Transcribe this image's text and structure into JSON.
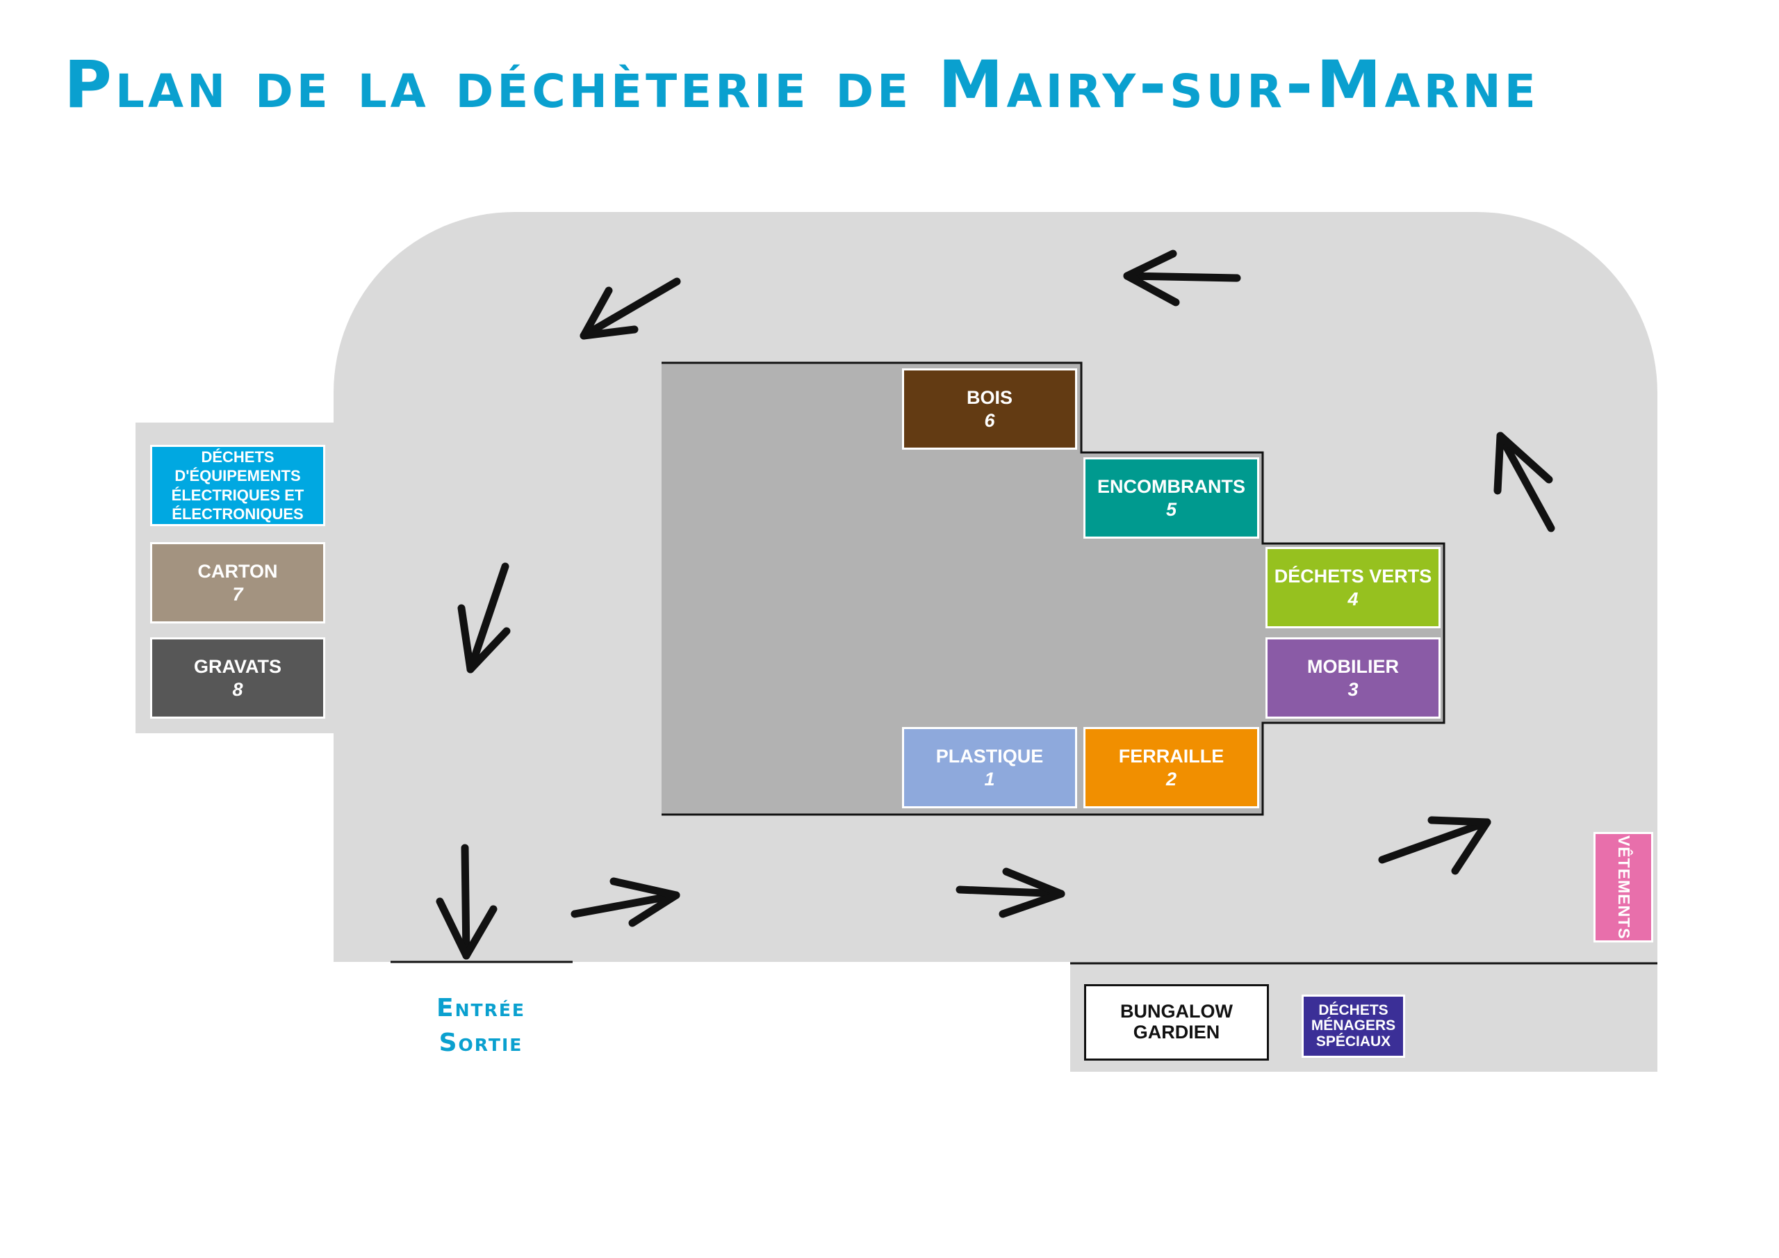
{
  "title": "Plan de la déchèterie de Mairy-sur-Marne",
  "colors": {
    "title": "#0aa0cf",
    "ground": "#dadada",
    "core": "#b2b2b2",
    "arrows": "#111111"
  },
  "stations": {
    "bois": {
      "name": "BOIS",
      "number": "6",
      "color": "#633b13"
    },
    "encombrants": {
      "name": "ENCOMBRANTS",
      "number": "5",
      "color": "#009a8f"
    },
    "dechets_verts": {
      "name": "DÉCHETS VERTS",
      "number": "4",
      "color": "#96c11f"
    },
    "mobilier": {
      "name": "MOBILIER",
      "number": "3",
      "color": "#8a5ba6"
    },
    "plastique": {
      "name": "PLASTIQUE",
      "number": "1",
      "color": "#8ea9dc"
    },
    "ferraille": {
      "name": "FERRAILLE",
      "number": "2",
      "color": "#f18f00"
    },
    "deee": {
      "name": "DÉCHETS D'ÉQUIPEMENTS ÉLECTRIQUES ET ÉLECTRONIQUES",
      "line1": "DÉCHETS",
      "line2": "D'ÉQUIPEMENTS",
      "line3": "ÉLECTRIQUES ET",
      "line4": "ÉLECTRONIQUES",
      "color": "#00a8e1"
    },
    "carton": {
      "name": "CARTON",
      "number": "7",
      "color": "#a39380"
    },
    "gravats": {
      "name": "GRAVATS",
      "number": "8",
      "color": "#575757"
    },
    "vetements": {
      "name": "VÊTEMENTS",
      "color": "#e86fab"
    },
    "bungalow": {
      "line1": "BUNGALOW",
      "line2": "GARDIEN"
    },
    "dechets_menagers_speciaux": {
      "line1": "DÉCHETS",
      "line2": "MÉNAGERS",
      "line3": "SPÉCIAUX",
      "color": "#3b2f97"
    }
  },
  "entrance": {
    "line1": "Entrée",
    "line2": "Sortie"
  },
  "circulation_arrows": [
    {
      "direction": "west"
    },
    {
      "direction": "south-west"
    },
    {
      "direction": "south"
    },
    {
      "direction": "south"
    },
    {
      "direction": "east"
    },
    {
      "direction": "east"
    },
    {
      "direction": "north-east"
    },
    {
      "direction": "north"
    }
  ]
}
